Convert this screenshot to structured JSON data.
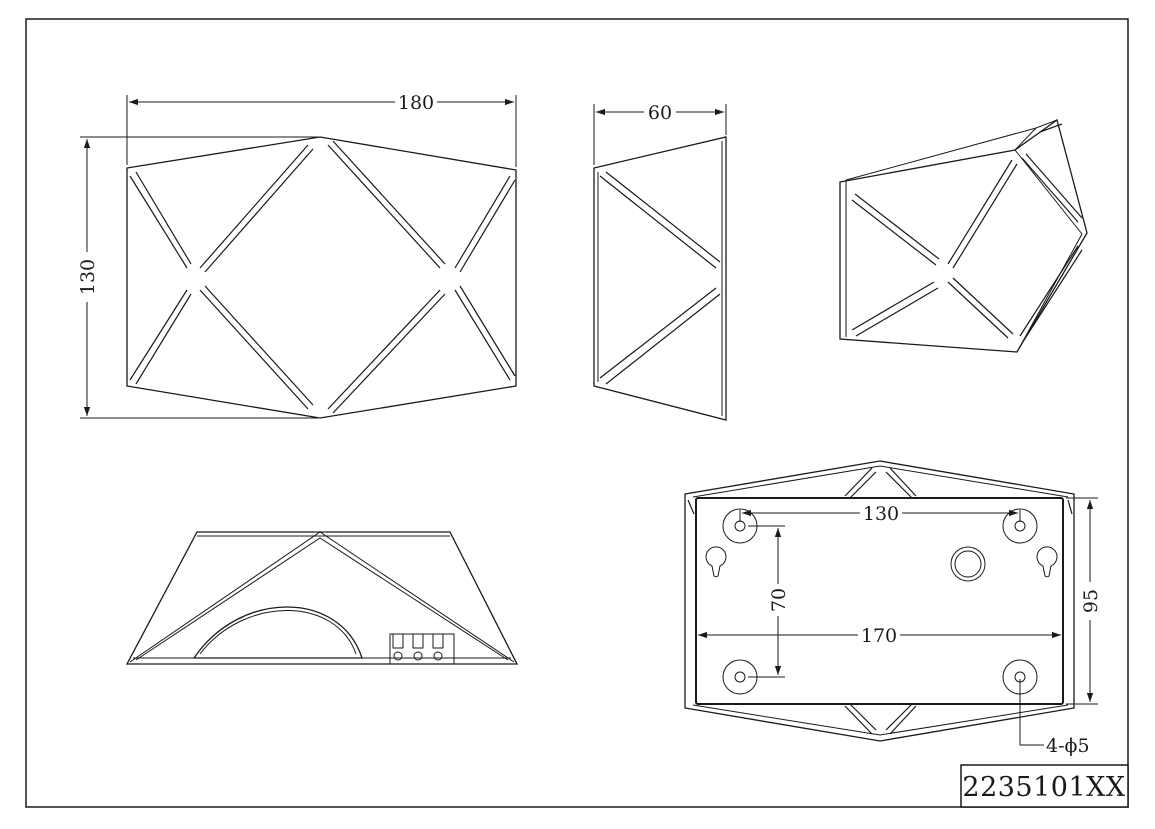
{
  "drawing": {
    "part_code": "2235101XX",
    "dimensions": {
      "front_width": "180",
      "front_height": "130",
      "side_depth": "60",
      "bracket_hole_spacing_x": "130",
      "bracket_hole_spacing_y": "70",
      "bracket_width": "170",
      "bracket_height": "95",
      "hole_callout": "4-ϕ5"
    }
  }
}
